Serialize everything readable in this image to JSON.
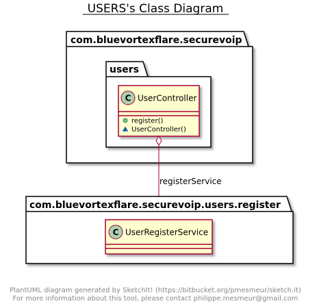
{
  "title": "USERS's Class Diagram",
  "colors": {
    "class_fill": "#FEFECE",
    "class_border": "#A80036",
    "stereo_circle": "#ADD1B2",
    "link": "#A80036",
    "footer_text": "#888888",
    "public_icon": "#84BE84",
    "package_icon": "#1963A0"
  },
  "packages": {
    "outer": {
      "label": "com.bluevortexflare.securevoip"
    },
    "users": {
      "label": "users"
    },
    "register": {
      "label": "com.bluevortexflare.securevoip.users.register"
    }
  },
  "classes": {
    "user_controller": {
      "stereotype": "C",
      "name": "UserController",
      "members": [
        {
          "visibility": "public",
          "text": "register()"
        },
        {
          "visibility": "package",
          "text": "UserController()"
        }
      ]
    },
    "user_register_service": {
      "stereotype": "C",
      "name": "UserRegisterService"
    }
  },
  "association": {
    "label": "registerService",
    "type": "aggregation"
  },
  "footer": {
    "line1": "PlantUML diagram generated by SketchIt! (https://bitbucket.org/pmesmeur/sketch.it)",
    "line2": "For more information about this tool, please contact philippe.mesmeur@gmail.com"
  }
}
